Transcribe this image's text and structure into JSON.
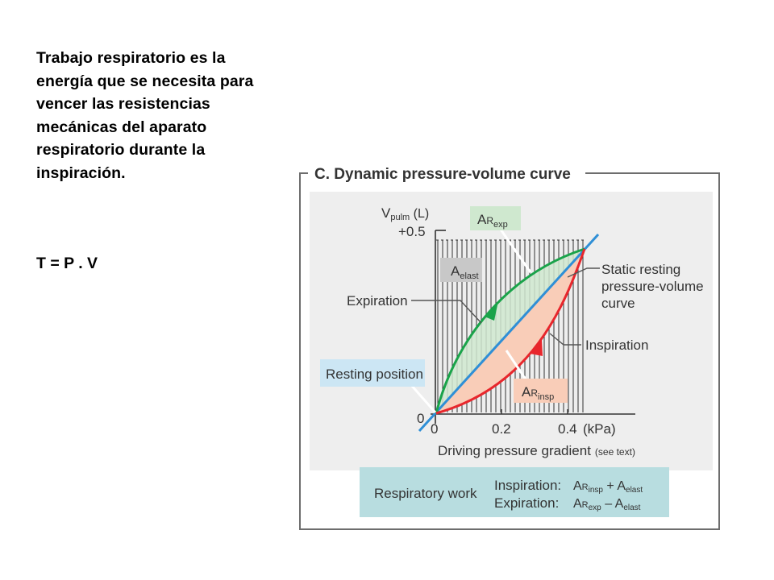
{
  "intro_lines": [
    "Trabajo respiratorio es la",
    "energía que se necesita para",
    "vencer las resistencias",
    "mecánicas del aparato",
    "respiratorio durante la",
    "inspiración."
  ],
  "formula": "T = P . V",
  "figure": {
    "title": "C. Dynamic pressure-volume curve",
    "y_axis_label_main": "V",
    "y_axis_label_sub": "pulm",
    "y_axis_label_unit": " (L)",
    "y_tick_top": "+0.5",
    "y_tick_zero": "0",
    "x_ticks": [
      "0",
      "0.2",
      "0.4"
    ],
    "x_unit": "(kPa)",
    "x_axis_label": "Driving pressure gradient",
    "x_axis_note": "(see text)",
    "labels": {
      "ar_exp_main": "A",
      "ar_exp_r": "R",
      "ar_exp_sub": "exp",
      "a_elast_main": "A",
      "a_elast_sub": "elast",
      "expiration": "Expiration",
      "static_line1": "Static resting",
      "static_line2": "pressure-volume",
      "static_line3": "curve",
      "inspiration": "Inspiration",
      "resting_position": "Resting position",
      "ar_insp_main": "A",
      "ar_insp_r": "R",
      "ar_insp_sub": "insp"
    },
    "work_box": {
      "title": "Respiratory work",
      "insp_label": "Inspiration:",
      "exp_label": "Expiration:",
      "insp_formula": {
        "a1": "A",
        "r1": "R",
        "s1": "insp",
        "op": " + A",
        "s2": "elast"
      },
      "exp_formula": {
        "a1": "A",
        "r1": "R",
        "s1": "exp",
        "op": " – A",
        "s2": "elast"
      }
    },
    "colors": {
      "panel_bg": "#eeeeee",
      "expiration_green": "#1aa34a",
      "inspiration_red": "#e8262c",
      "static_blue": "#2f8fd6",
      "insp_area": "#f9cdb8",
      "exp_area": "#cfe8cf",
      "work_box_bg": "#b8dde0",
      "resting_box_bg": "#cce6f4",
      "elast_box_bg": "#c8c8c8"
    }
  }
}
